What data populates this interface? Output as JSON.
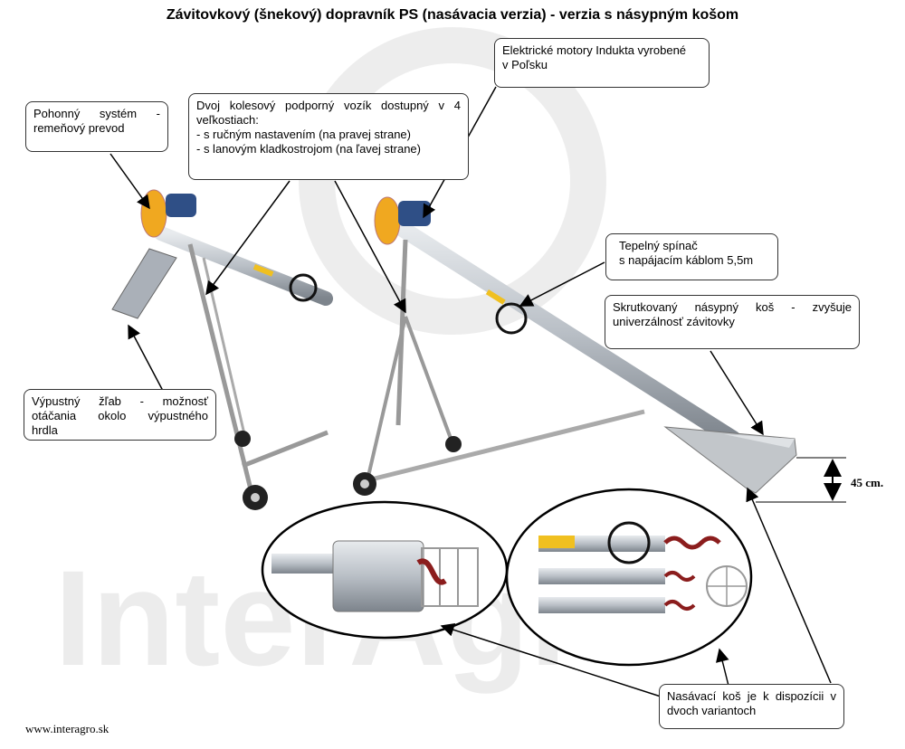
{
  "title": "Závitovkový (šnekový) dopravník PS (nasávacia verzia)  - verzia s násypným košom",
  "watermark": "InterAgro",
  "callouts": {
    "drive": {
      "lines": [
        "Pohonný systém -",
        "remeňový prevod"
      ]
    },
    "cart": {
      "lines": [
        "Dvoj kolesový podporný vozík dostupný v 4",
        "veľkostiach:",
        "- s ručným nastavením (na pravej strane)",
        "- s lanovým kladkostrojom (na ľavej strane)"
      ]
    },
    "motors": {
      "lines": [
        "Elektrické motory Indukta vyrobené",
        "v Poľsku"
      ]
    },
    "thermal": {
      "lines": [
        "Tepelný spínač",
        "s napájacím káblom 5,5m"
      ]
    },
    "hopper": {
      "lines": [
        "Skrutkovaný násypný koš - zvyšuje",
        "univerzálnosť závitovky"
      ]
    },
    "chute": {
      "lines": [
        "Výpustný žľab - možnosť",
        "otáčania okolo výpustného",
        "hrdla"
      ]
    },
    "suction": {
      "lines": [
        "Nasávací koš je k dispozícii v",
        "dvoch variantoch"
      ]
    }
  },
  "dimension": "45 cm.",
  "footer": "www.interagro.sk",
  "colors": {
    "motor": "#2f4f86",
    "housing": "#f0a820",
    "tube": "#b9bfc6",
    "wheel": "#222222",
    "arrow": "#000000"
  }
}
